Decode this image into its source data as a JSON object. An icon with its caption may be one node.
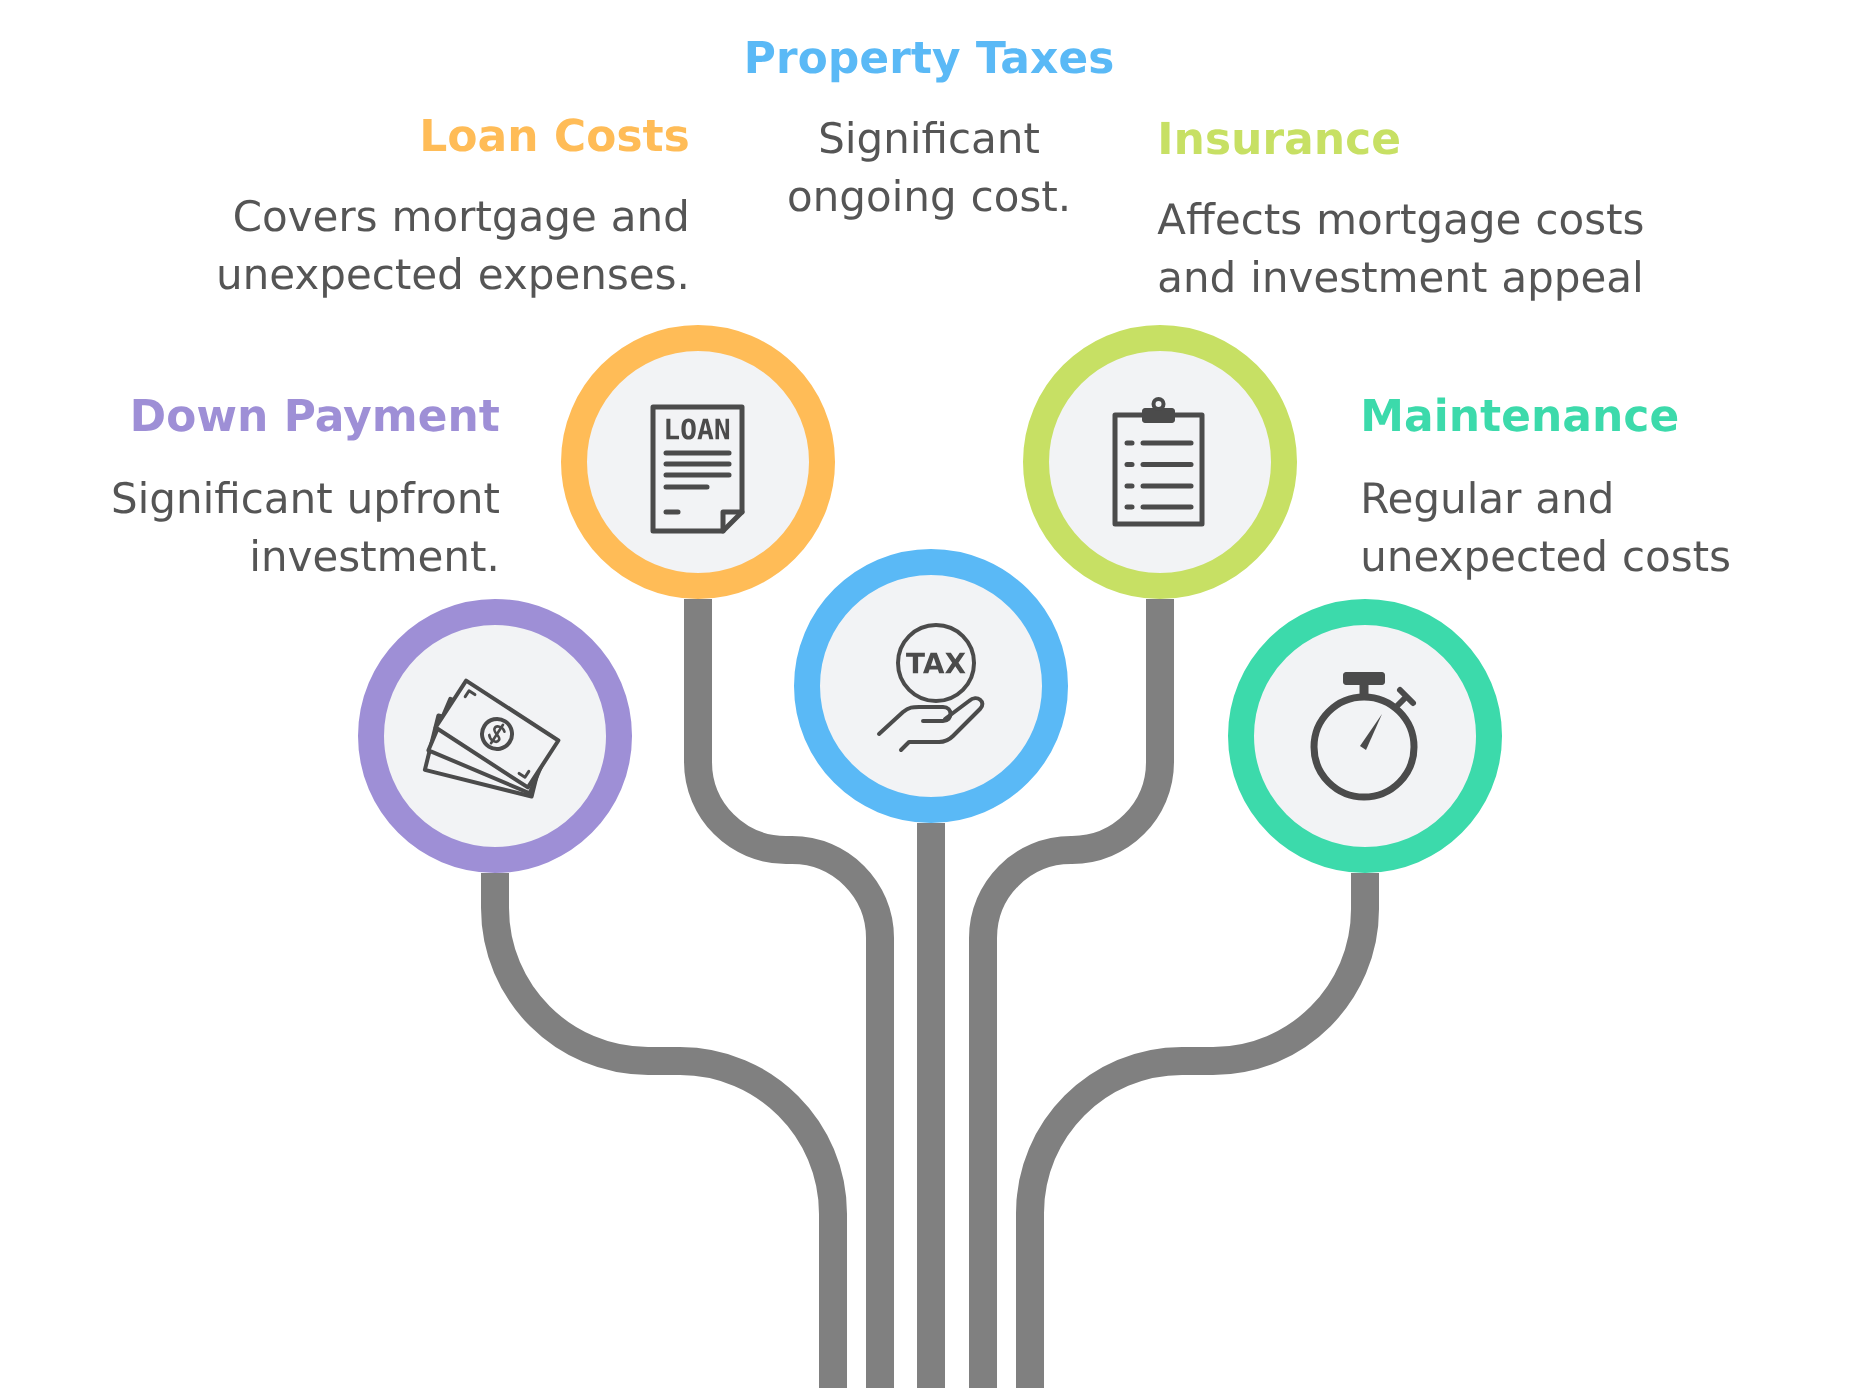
{
  "diagram": {
    "nodes": [
      {
        "text": [
          "Down Payment",
          "Significant upfront investment."
        ]
      },
      {
        "text": [
          "Loan Costs",
          "Covers mortgage and unexpected expenses."
        ]
      },
      {
        "text": [],
        "shape": "circle"
      },
      {
        "text": [
          "Insurance",
          "Affects mortgage costs and investment appeal"
        ]
      },
      {
        "text": [
          "Maintenance",
          "Regular and unexpected costs"
        ]
      }
    ],
    "edges": [
      {
        "from": null,
        "to": 0,
        "arrow": "none"
      },
      {
        "from": null,
        "to": 1,
        "arrow": "none"
      },
      {
        "from": null,
        "to": 2,
        "arrow": "none"
      },
      {
        "from": null,
        "to": 3,
        "arrow": "none"
      },
      {
        "from": null,
        "to": 4,
        "arrow": "none"
      }
    ],
    "labels": [
      "Property Taxes",
      "Significant ongoing cost.",
      "LOAN",
      "TAX"
    ]
  }
}
